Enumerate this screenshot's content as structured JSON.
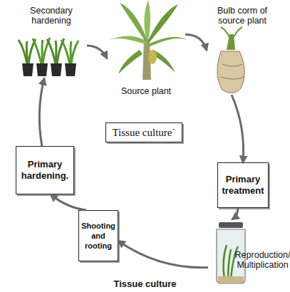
{
  "diagram": {
    "caption": "Tissue culture",
    "nodes": [
      {
        "text": [
          "Secondary hardening"
        ]
      },
      {
        "text": [
          "Source plant"
        ]
      },
      {
        "text": [
          "Bulb corm of source plant"
        ]
      },
      {
        "text": [
          "Primary hardening."
        ]
      },
      {
        "text": [
          "Tissue culture`"
        ]
      },
      {
        "text": [
          "Primary treatment"
        ]
      },
      {
        "text": [
          "Reproduction/ Multiplication"
        ]
      },
      {
        "text": [
          "Shooting and rooting"
        ]
      }
    ],
    "edges": [
      {
        "from": 1,
        "to": 2,
        "arrow": "to"
      },
      {
        "from": 2,
        "to": 5,
        "arrow": "to"
      },
      {
        "from": 5,
        "to": 6,
        "arrow": "to"
      },
      {
        "from": 6,
        "to": 7,
        "arrow": "to"
      },
      {
        "from": 7,
        "to": 3,
        "arrow": "to"
      },
      {
        "from": 3,
        "to": 0,
        "arrow": "to"
      },
      {
        "from": 0,
        "to": 1,
        "arrow": "to"
      }
    ]
  }
}
